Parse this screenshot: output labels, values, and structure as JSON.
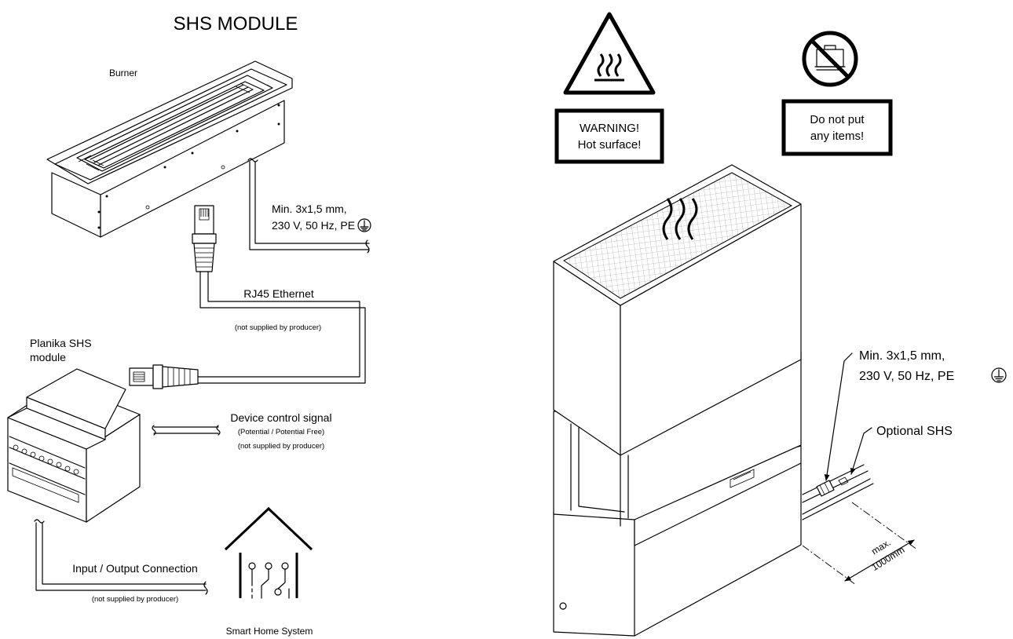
{
  "title": "SHS MODULE",
  "labels": {
    "burner": "Burner",
    "power_line1": "Min. 3x1,5 mm,",
    "power_line2": "230 V, 50 Hz,  PE",
    "rj45": "RJ45 Ethernet",
    "not_supplied_1": "(not supplied by producer)",
    "module_line1": "Planika SHS",
    "module_line2": "module",
    "device_control": "Device control signal",
    "potential": "(Potential / Potential Free)",
    "not_supplied_2": "(not supplied by producer)",
    "io_connection": "Input / Output Connection",
    "not_supplied_3": "(not supplied by producer)",
    "smart_home": "Smart Home System"
  },
  "signs": {
    "warning_line1": "WARNING!",
    "warning_line2": "Hot surface!",
    "noitems_line1": "Do not put",
    "noitems_line2": "any items!"
  },
  "fireplace": {
    "power_line1": "Min. 3x1,5 mm,",
    "power_line2": "230 V, 50 Hz,  PE",
    "optional_shs": "Optional SHS",
    "max_line1": "max.",
    "max_line2": "1000mm"
  },
  "icons": [
    "earth-ground-icon",
    "hot-surface-warning-icon",
    "no-items-prohibition-icon",
    "rj45-connector-icon",
    "smart-home-house-icon",
    "din-rail-module-icon"
  ]
}
